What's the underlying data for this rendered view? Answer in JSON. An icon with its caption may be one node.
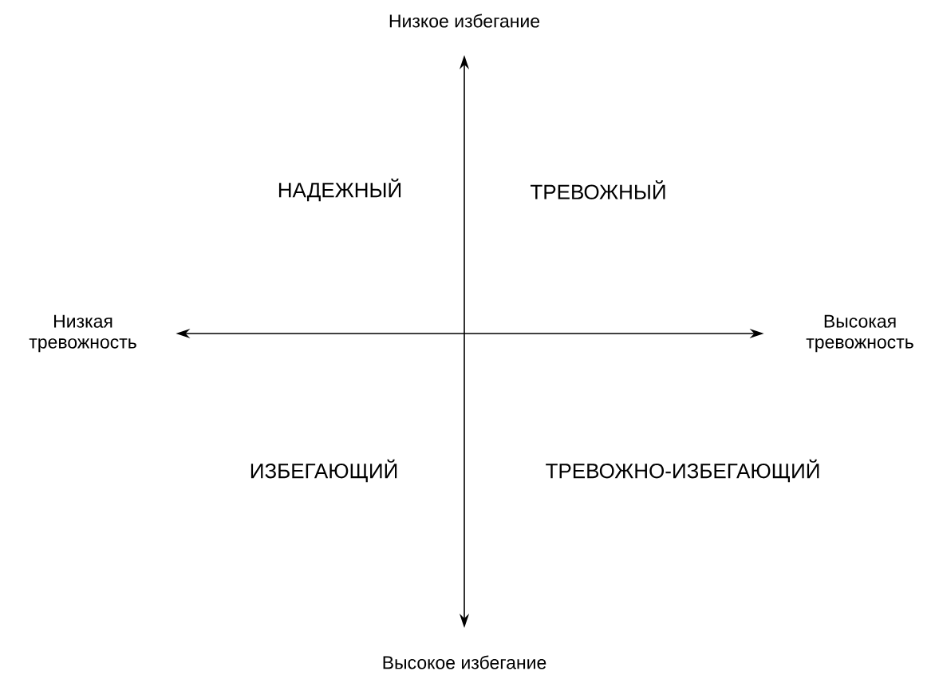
{
  "diagram": {
    "nodes": [
      {
        "text": [
          "Низкое избегание"
        ]
      },
      {
        "text": [
          "Высокое избегание"
        ]
      },
      {
        "text": [
          "Низкая тревожность"
        ]
      },
      {
        "text": [
          "Высокая тревожность"
        ]
      }
    ],
    "edges": [
      {
        "from": 0,
        "to": 1,
        "arrow": "both"
      },
      {
        "from": 2,
        "to": 3,
        "arrow": "both"
      }
    ],
    "labels": [
      "НАДЕЖНЫЙ",
      "ТРЕВОЖНЫЙ",
      "ИЗБЕГАЮЩИЙ",
      "ТРЕВОЖНО-ИЗБЕГАЮЩИЙ"
    ]
  }
}
